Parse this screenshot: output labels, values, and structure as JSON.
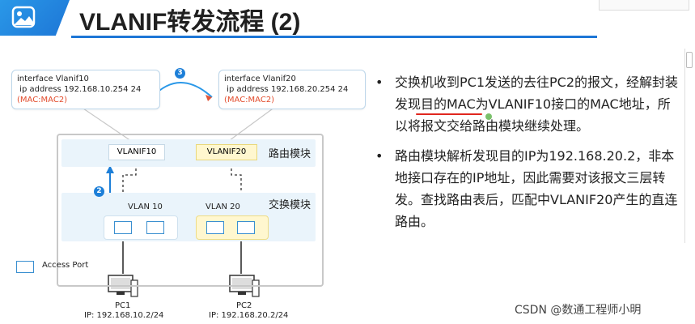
{
  "title": "VLANIF转发流程 (2)",
  "diagram": {
    "iface_left": {
      "line1": "interface Vlanif10",
      "line2": " ip address 192.168.10.254 24",
      "mac": "(MAC:MAC2)"
    },
    "iface_right": {
      "line1": "interface Vlanif20",
      "line2": " ip address 192.168.20.254 24",
      "mac": "(MAC:MAC2)"
    },
    "step3": "3",
    "step2": "2",
    "router_module_label": "路由模块",
    "switch_module_label": "交换模块",
    "vlanif10": "VLANIF10",
    "vlanif20": "VLANIF20",
    "vlan10": "VLAN 10",
    "vlan20": "VLAN 20",
    "legend_label": "Access Port",
    "pc1": {
      "name": "PC1",
      "ip": "IP: 192.168.10.2/24"
    },
    "pc2": {
      "name": "PC2",
      "ip": "IP: 192.168.20.2/24"
    },
    "colors": {
      "accent": "#1d76d6",
      "port": "#3a8fd0",
      "mac": "#e24b2b",
      "highlight": "#fff7cf"
    }
  },
  "bullets": [
    "交换机收到PC1发送的去往PC2的报文，经解封装发现目的MAC为VLANIF10接口的MAC地址，所以将报文交给路由模块继续处理。",
    "路由模块解析发现目的IP为192.168.20.2，非本地接口存在的IP地址，因此需要对该报文三层转发。查找路由表后，匹配中VLANIF20产生的直连路由。"
  ],
  "watermark": "CSDN @数通工程师小明"
}
